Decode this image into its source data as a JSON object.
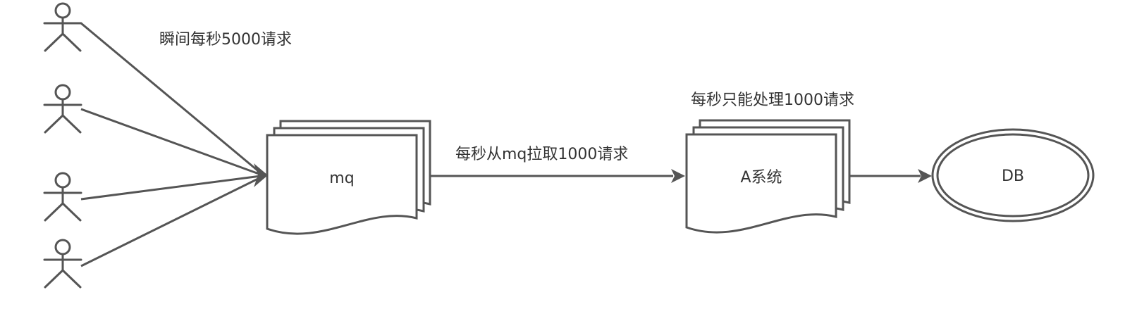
{
  "labels": {
    "burst": "瞬间每秒5000请求",
    "pull": "每秒从mq拉取1000请求",
    "capacity": "每秒只能处理1000请求"
  },
  "nodes": {
    "mq": "mq",
    "system_a": "A系统",
    "db": "DB"
  },
  "colors": {
    "stroke": "#555555",
    "text": "#333333",
    "background": "#ffffff"
  }
}
